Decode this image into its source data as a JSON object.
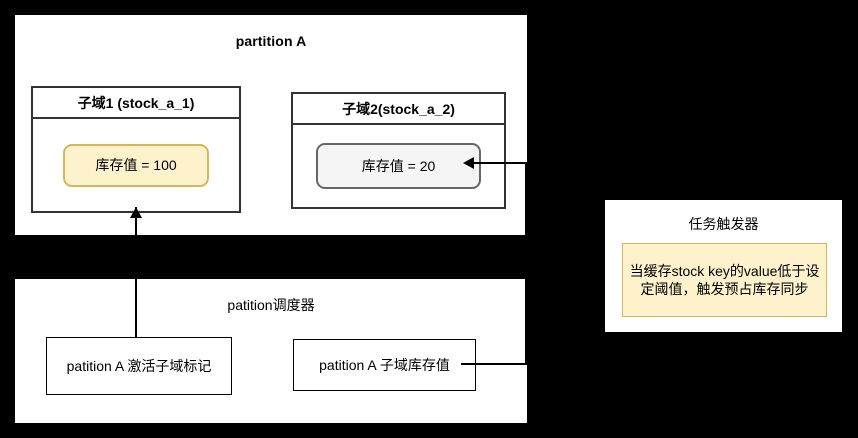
{
  "diagram": {
    "background_color": "#000000",
    "panel_color": "#ffffff",
    "accent_yellow_fill": "#fdf2cc",
    "accent_yellow_border": "#d6b656",
    "accent_gray_fill": "#f5f5f5",
    "accent_gray_border": "#666666"
  },
  "partition_a": {
    "title": "partition A",
    "subdomain_1": {
      "header": "子域1 (stock_a_1)",
      "value_pill": "库存值 = 100"
    },
    "subdomain_2": {
      "header": "子域2(stock_a_2)",
      "value_pill": "库存值 = 20"
    }
  },
  "scheduler": {
    "title": "patition调度器",
    "active_subdomain_flag_box": "patition A 激活子域标记",
    "subdomain_stock_value_box": "patition A 子域库存值"
  },
  "task_trigger": {
    "title": "任务触发器",
    "note": "当缓存stock key的value低于设定阈值，触发预占库存同步"
  },
  "connectors": [
    {
      "name": "flag-to-subdomain1",
      "from": "patition A 激活子域标记",
      "to": "子域1 (stock_a_1)",
      "arrow": "up"
    },
    {
      "name": "stockvalue-to-subdomain2",
      "from": "patition A 子域库存值",
      "to": "库存值 = 20",
      "arrow": "left"
    }
  ]
}
